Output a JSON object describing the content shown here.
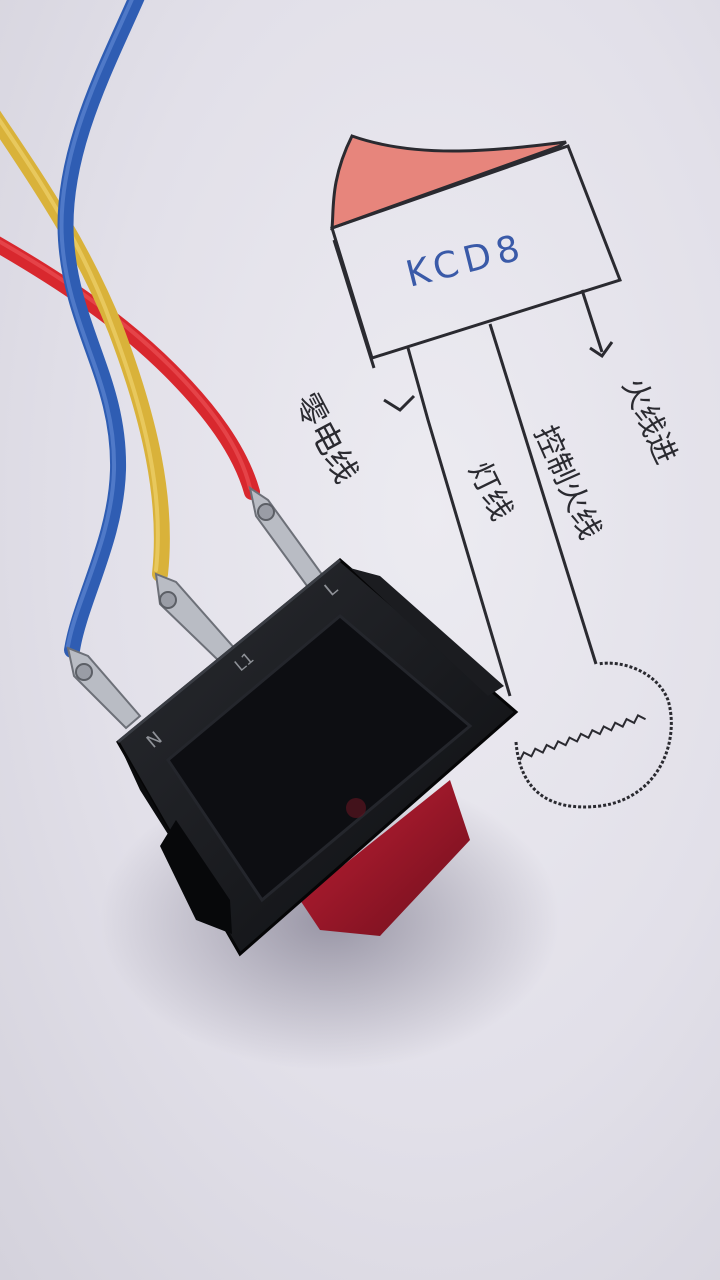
{
  "diagram": {
    "model_label": "KCD8",
    "labels": {
      "neutral": "零电线",
      "lamp": "灯线",
      "control_live": "控制火线",
      "live_in": "火线进"
    }
  },
  "switch": {
    "terminal_marks": [
      "N",
      "L1",
      "L"
    ]
  },
  "colors": {
    "paper": "#e3e1ea",
    "pen_ink": "#2a2a30",
    "blue_ink": "#3a5aa8",
    "wire_red": "#d8282e",
    "wire_yellow": "#d9b23a",
    "wire_blue": "#2f5db3",
    "switch_body": "#141518",
    "rocker_red": "#a0162a"
  }
}
